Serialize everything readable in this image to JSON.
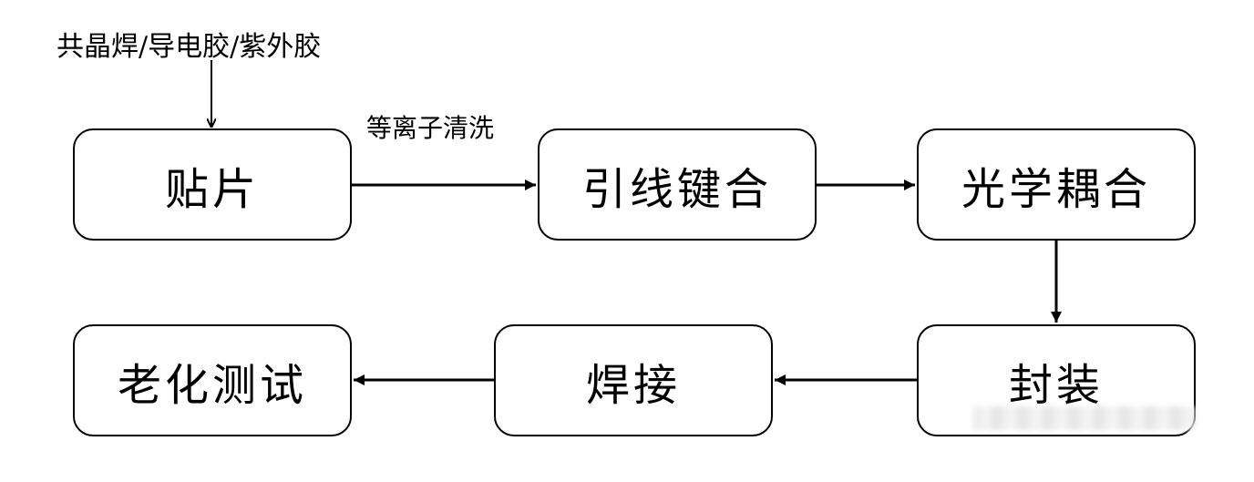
{
  "top_label": "共晶焊/导电胶/紫外胶",
  "edge_label": "等离子清洗",
  "steps": {
    "s1": "贴片",
    "s2": "引线键合",
    "s3": "光学耦合",
    "s4": "封装",
    "s5": "焊接",
    "s6": "老化测试"
  },
  "colors": {
    "line": "#000000",
    "background": "#ffffff"
  }
}
